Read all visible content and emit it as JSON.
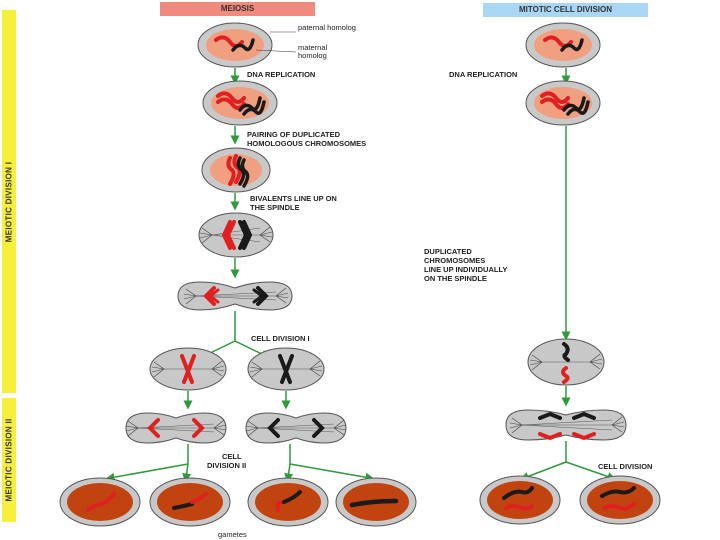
{
  "headers": {
    "meiosis": "MEIOSIS",
    "mitotic": "MITOTIC CELL DIVISION"
  },
  "side_labels": {
    "division_1": "MEIOTIC DIVISION I",
    "division_2": "MEIOTIC DIVISION II"
  },
  "legend": {
    "paternal": "paternal homolog",
    "maternal": "maternal homolog"
  },
  "meiosis_steps": {
    "dna_replication": "DNA REPLICATION",
    "pairing_1": "PAIRING OF DUPLICATED",
    "pairing_2": "HOMOLOGOUS CHROMOSOMES",
    "bivalents_1": "BIVALENTS LINE UP ON",
    "bivalents_2": "THE SPINDLE",
    "cell_division_1": "CELL DIVISION I",
    "cell_division_2a": "CELL",
    "cell_division_2b": "DIVISION II",
    "gametes": "gametes"
  },
  "mitosis_steps": {
    "dna_replication": "DNA REPLICATION",
    "duplicated_1": "DUPLICATED",
    "duplicated_2": "CHROMOSOMES",
    "duplicated_3": "LINE UP INDIVIDUALLY",
    "duplicated_4": "ON THE SPINDLE",
    "cell_division": "CELL DIVISION"
  },
  "colors": {
    "header_meiosis": "#f08a7e",
    "header_mitosis": "#a9d6f2",
    "side_band": "#f6ef3c",
    "arrow": "#2e9a3a",
    "early_cell": "#c9c9c9",
    "early_nucleus": "#f0a080",
    "spindle_cell": "#c8c8c8",
    "gamete_cell": "#c14310",
    "paternal": "#e02020",
    "maternal": "#1a1a1a"
  }
}
